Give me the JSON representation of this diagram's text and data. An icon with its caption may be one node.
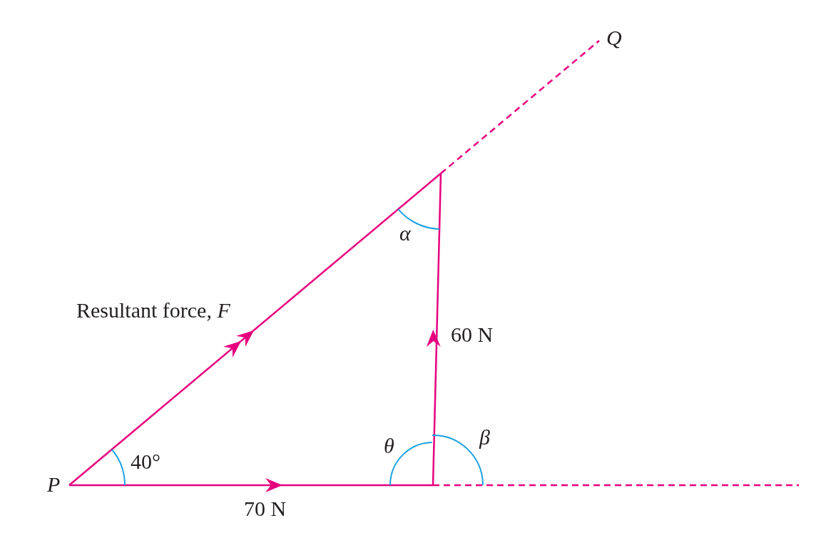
{
  "diagram": {
    "labels": [
      "Q",
      "α",
      "Resultant force, *F*",
      "60 N",
      "θ",
      "β",
      "40°",
      "P",
      "70 N"
    ]
  }
}
